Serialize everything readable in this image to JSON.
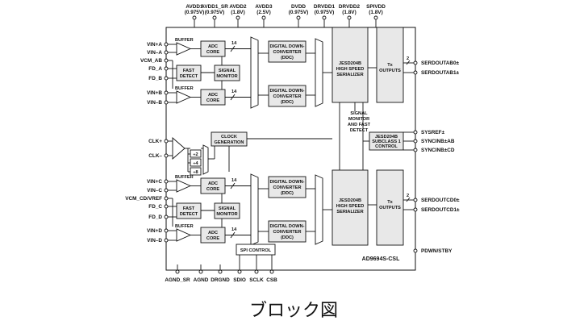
{
  "top_pins": [
    {
      "name": "AVDD1",
      "volt": "(0.975V)"
    },
    {
      "name": "AVDD1_SR",
      "volt": "(0.975V)"
    },
    {
      "name": "AVDD2",
      "volt": "(1.8V)"
    },
    {
      "name": "AVDD3",
      "volt": "(2.5V)"
    },
    {
      "name": "DVDD",
      "volt": "(0.975V)"
    },
    {
      "name": "DRVDD1",
      "volt": "(0.975V)"
    },
    {
      "name": "DRVDD2",
      "volt": "(1.8V)"
    },
    {
      "name": "SPIVDD",
      "volt": "(1.8V)"
    }
  ],
  "left_pins": [
    "VIN+A",
    "VIN–A",
    "VCM_AB",
    "FD_A",
    "FD_B",
    "VIN+B",
    "VIN–B",
    "CLK+",
    "CLK–",
    "VIN+C",
    "VIN–C",
    "VCM_CD/VREF",
    "FD_C",
    "FD_D",
    "VIN+D",
    "VIN–D"
  ],
  "right_pins": [
    "SERDOUTAB0±",
    "SERDOUTAB1±",
    "SYSREF±",
    "SYNCINB±AB",
    "SYNCINB±CD",
    "SERDOUTCD0±",
    "SERDOUTCD1±",
    "PDWN/STBY"
  ],
  "bottom_pins": [
    "AGND_SR",
    "AGND",
    "DRGND",
    "SDIO",
    "SCLK",
    "CSB"
  ],
  "blocks": {
    "buffer": "BUFFER",
    "adc_core_1": "ADC",
    "adc_core_2": "CORE",
    "fast_detect_1": "FAST",
    "fast_detect_2": "DETECT",
    "signal_monitor_1": "SIGNAL",
    "signal_monitor_2": "MONITOR",
    "ddc_1": "DIGITAL DOWN-",
    "ddc_2": "CONVERTER",
    "ddc_3": "(DDC)",
    "jesd_1": "JESD204B",
    "jesd_2": "HIGH SPEED",
    "jesd_3": "SERIALIZER",
    "tx_1": "Tx",
    "tx_2": "OUTPUTS",
    "clock_gen_1": "CLOCK",
    "clock_gen_2": "GENERATION",
    "sig_mon_fast_1": "SIGNAL",
    "sig_mon_fast_2": "MONITOR",
    "sig_mon_fast_3": "AND FAST",
    "sig_mon_fast_4": "DETECT",
    "sub_1": "JESD204B",
    "sub_2": "SUBCLASS 1",
    "sub_3": "CONTROL",
    "spi": "SPI CONTROL",
    "div2": "÷2",
    "div4": "÷4",
    "div8": "÷8",
    "bus_width": "14",
    "lane_count": "2"
  },
  "part_number": "AD9694S-CSL",
  "caption": "ブロック図"
}
